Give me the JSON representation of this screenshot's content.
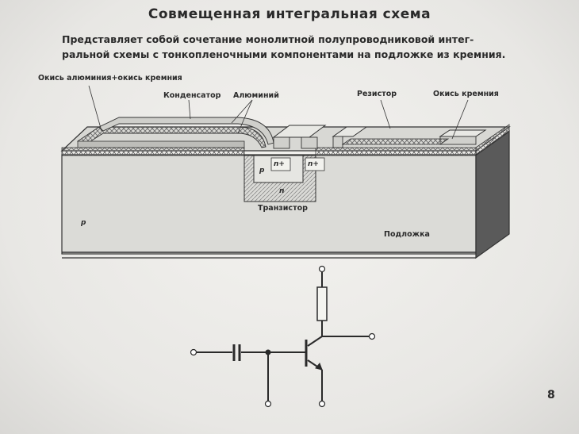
{
  "slide": {
    "title": "Совмещенная интегральная схема",
    "subtitle_line1": "Представляет собой сочетание монолитной полупроводниковой интег-",
    "subtitle_line2": "ральной схемы с тонкопленочными компонентами на подложке из кремния.",
    "page_number": "8"
  },
  "labels": {
    "oxide_al_si": "Окись алюминия+окись кремния",
    "capacitor": "Конденсатор",
    "aluminum": "Алюминий",
    "resistor": "Резистор",
    "si_oxide": "Окись кремния",
    "transistor": "Транзистор",
    "substrate": "Подложка",
    "p_region": "p",
    "p_inner": "p",
    "n_inner": "n",
    "n_plus_1": "n+",
    "n_plus_2": "n+"
  },
  "colors": {
    "ink": "#2a2a2a",
    "body_fill": "#dcdcd8",
    "dark_side": "#555555",
    "hatch": "#777777"
  }
}
